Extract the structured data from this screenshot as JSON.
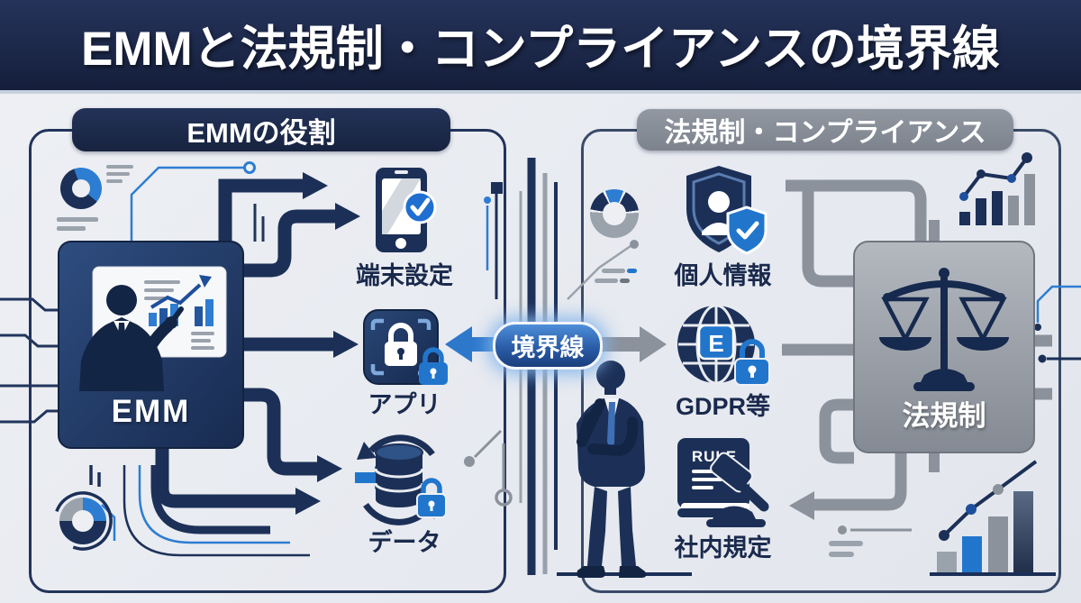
{
  "title": "EMMと法規制・コンプライアンスの境界線",
  "left_panel": {
    "header": "EMMの役割",
    "emm_box_label": "EMM",
    "items": [
      {
        "icon": "phone-check-icon",
        "label": "端末設定"
      },
      {
        "icon": "app-lock-icon",
        "label": "アプリ"
      },
      {
        "icon": "database-lock-icon",
        "label": "データ"
      }
    ]
  },
  "boundary": {
    "label": "境界線"
  },
  "right_panel": {
    "header": "法規制・コンプライアンス",
    "law_box_label": "法規制",
    "rulebook_text": "RULE",
    "globe_badge_letter": "E",
    "items": [
      {
        "icon": "shield-user-icon",
        "label": "個人情報"
      },
      {
        "icon": "globe-lock-icon",
        "label": "GDPR等"
      },
      {
        "icon": "rulebook-gavel-icon",
        "label": "社内規定"
      }
    ]
  },
  "colors": {
    "navy": "#1c3057",
    "blue": "#2176cc",
    "gray": "#8b929c",
    "background": "#e9ecf1"
  }
}
